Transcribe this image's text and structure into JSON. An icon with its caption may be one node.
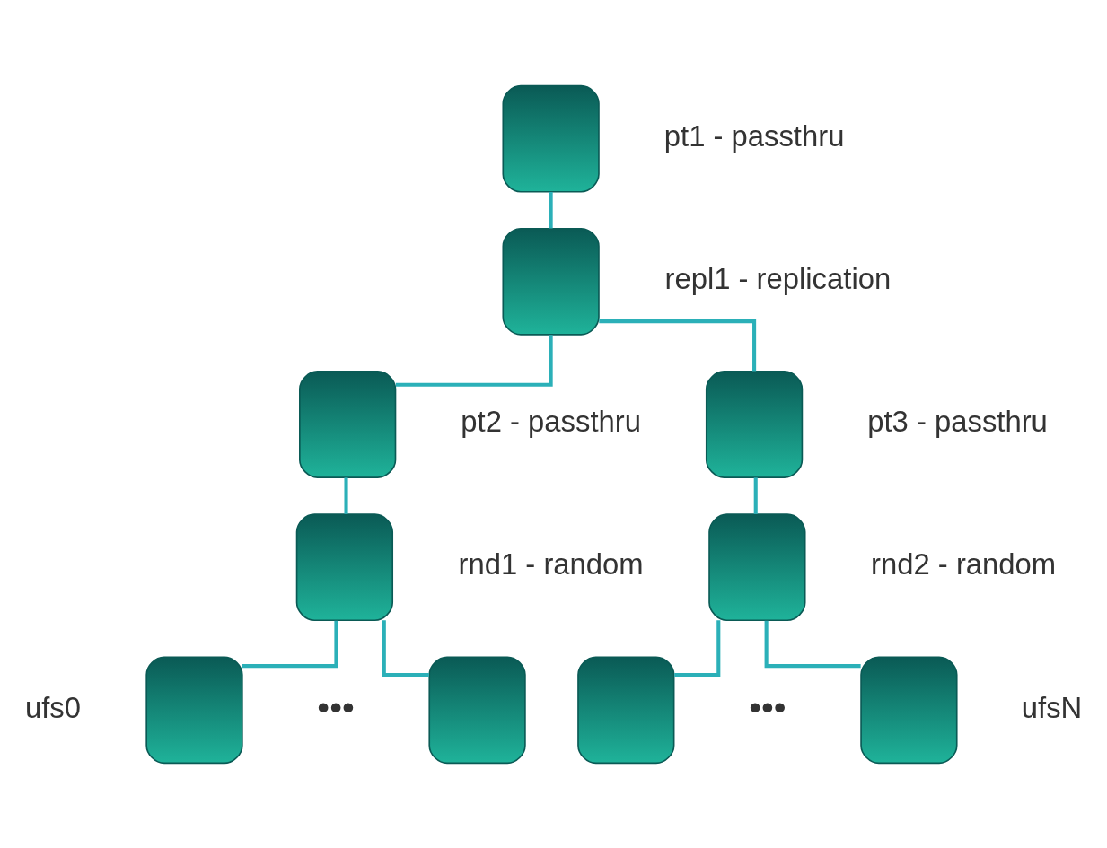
{
  "diagram": {
    "nodes": [
      {
        "text": [],
        "shape": "box",
        "beside": [
          "pt1 - passthru"
        ]
      },
      {
        "text": [],
        "shape": "box",
        "beside": [
          "repl1 - replication"
        ]
      },
      {
        "text": [],
        "shape": "box",
        "beside": [
          "pt2 - passthru"
        ]
      },
      {
        "text": [],
        "shape": "box",
        "beside": [
          "pt3 - passthru"
        ]
      },
      {
        "text": [],
        "shape": "box",
        "beside": [
          "rnd1 - random"
        ]
      },
      {
        "text": [],
        "shape": "box",
        "beside": [
          "rnd2 - random"
        ]
      },
      {
        "text": [],
        "shape": "box",
        "beside": [
          "ufs0"
        ]
      },
      {
        "text": [],
        "shape": "box"
      },
      {
        "text": [],
        "shape": "box"
      },
      {
        "text": [],
        "shape": "box",
        "beside": [
          "ufsN"
        ]
      }
    ],
    "edges": [
      {
        "from": 0,
        "to": 1,
        "arrow": "none"
      },
      {
        "from": 1,
        "to": 2,
        "arrow": "none"
      },
      {
        "from": 1,
        "to": 3,
        "arrow": "none"
      },
      {
        "from": 2,
        "to": 4,
        "arrow": "none"
      },
      {
        "from": 3,
        "to": 5,
        "arrow": "none"
      },
      {
        "from": 4,
        "to": 6,
        "arrow": "none"
      },
      {
        "from": 4,
        "to": 7,
        "arrow": "none"
      },
      {
        "from": 5,
        "to": 8,
        "arrow": "none"
      },
      {
        "from": 5,
        "to": 9,
        "arrow": "none"
      }
    ],
    "labels": [
      "•••",
      "•••"
    ]
  }
}
